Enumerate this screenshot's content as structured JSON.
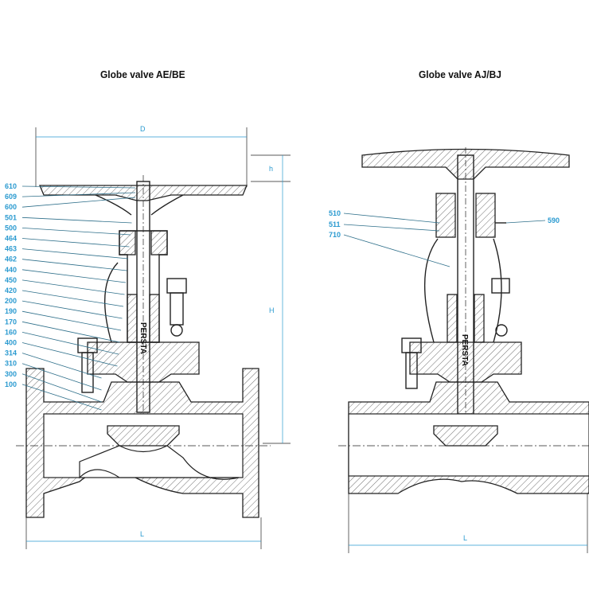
{
  "titles": {
    "left": "Globe valve AE/BE",
    "right": "Globe valve AJ/BJ"
  },
  "dimensions": {
    "D": "D",
    "h": "h",
    "H": "H",
    "L_left": "L",
    "L_right": "L"
  },
  "left_part_labels": [
    "610",
    "609",
    "600",
    "501",
    "500",
    "464",
    "463",
    "462",
    "440",
    "450",
    "420",
    "200",
    "190",
    "170",
    "160",
    "400",
    "314",
    "310",
    "300",
    "100"
  ],
  "right_part_labels": {
    "a": "510",
    "b": "511",
    "c": "710",
    "d": "590"
  },
  "stem_marking": "PERSTA",
  "colors": {
    "label": "#2a9ad0",
    "line": "#222222"
  }
}
